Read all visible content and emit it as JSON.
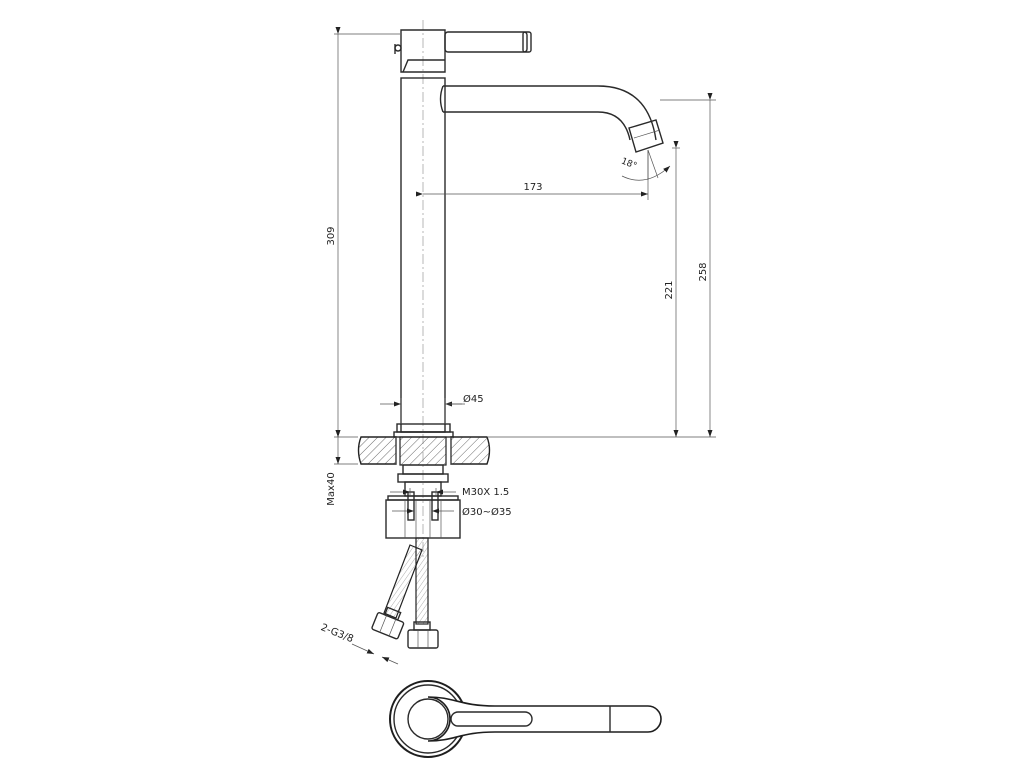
{
  "dimensions": {
    "height_total": "309",
    "spout_reach": "173",
    "spout_angle": "18°",
    "spout_height_outlet": "221",
    "spout_height_top": "258",
    "body_diameter": "Ø45",
    "counter_thickness": "Max40",
    "thread": "M30X 1.5",
    "hole_diameter": "Ø30~Ø35",
    "hose_connection": "2-G3/8"
  }
}
